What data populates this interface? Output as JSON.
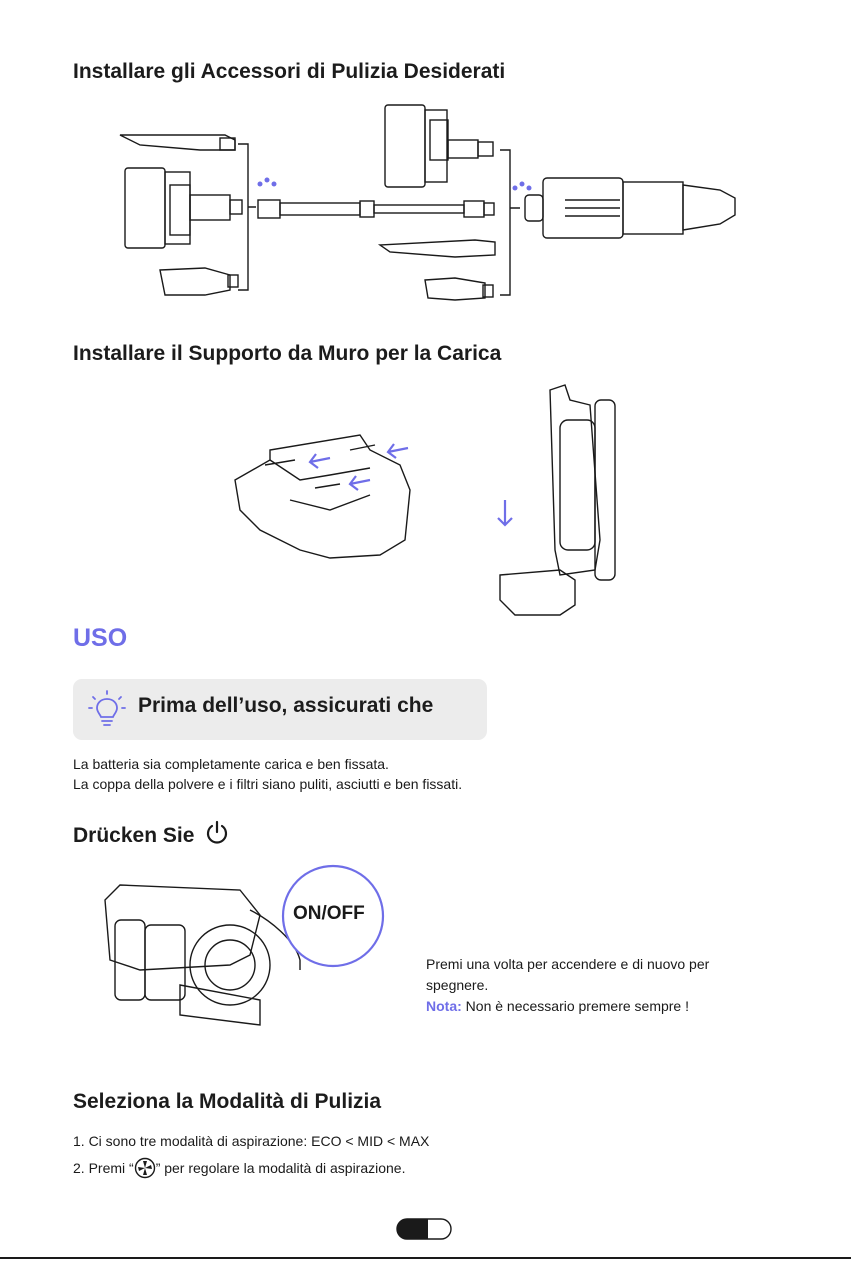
{
  "sections": {
    "accessories_title": "Installare gli Accessori di Pulizia Desiderati",
    "wall_mount_title": "Installare il Supporto da Muro per la Carica",
    "uso_title": "USO",
    "before_use_title": "Prima dell’uso, assicurati che",
    "before_use_lines": [
      "La batteria sia completamente carica e ben fissata.",
      "La coppa della polvere e i filtri siano puliti, asciutti e ben fissati."
    ],
    "press_title": "Drücken Sie",
    "onoff_label": "ON/OFF",
    "press_desc": "Premi una volta per accendere e di nuovo per spegnere.",
    "note_label": "Nota:",
    "note_text": " Non è necessario premere sempre !",
    "modes_title": "Seleziona la Modalità di Pulizia",
    "modes_lines": [
      "1. Ci sono tre modalità di aspirazione: ECO < MID < MAX",
      "2. Premi “",
      "” per regolare la modalità di aspirazione."
    ]
  },
  "icons": {
    "power": "power-icon",
    "bulb": "lightbulb-icon",
    "mode": "fan-mode-icon",
    "arrow": "arrow-icon"
  },
  "colors": {
    "accent": "#6f6ee8",
    "callout_bg": "#ececec",
    "text": "#1a1a1a"
  }
}
